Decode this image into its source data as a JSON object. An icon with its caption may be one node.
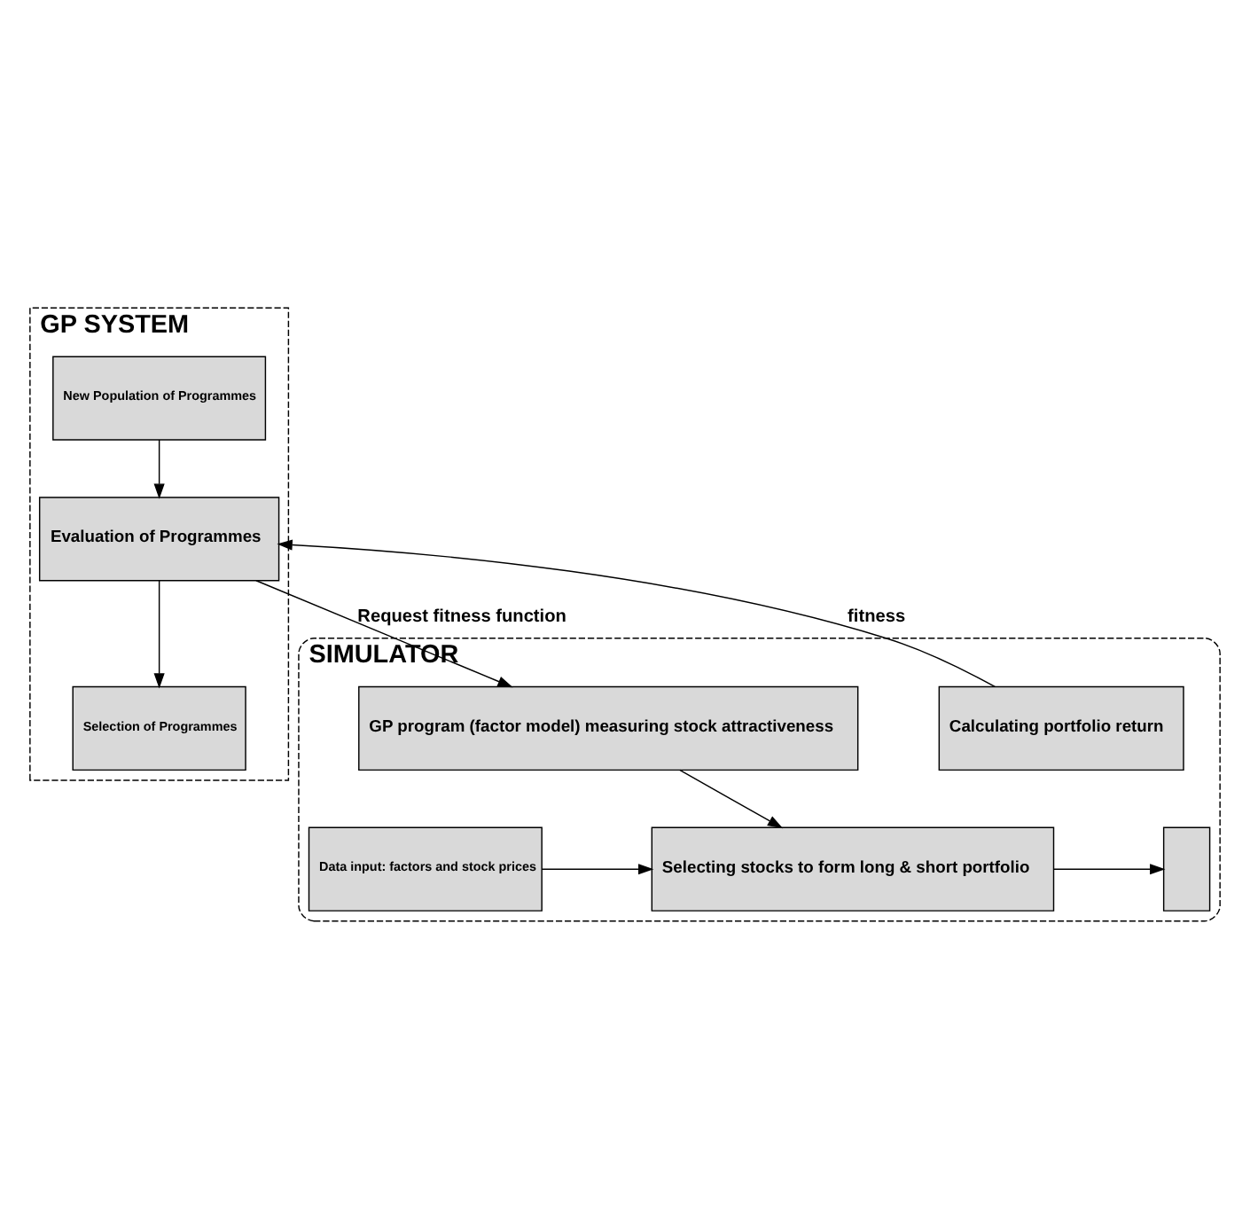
{
  "diagram": {
    "nodes": [
      {
        "text": [
          "GP SYSTEM"
        ]
      },
      {
        "text": [
          "New Population of Programmes"
        ],
        "in": 0
      },
      {
        "text": [
          "Evaluation of Programmes"
        ],
        "in": 0
      },
      {
        "text": [
          "Selection of Programmes"
        ],
        "in": 0
      },
      {
        "text": [
          "SIMULATOR"
        ]
      },
      {
        "text": [
          "Calculating portfolio return"
        ],
        "in": 4
      },
      {
        "text": [
          "GP program (factor model) measuring stock attractiveness"
        ],
        "in": 4
      },
      {
        "text": [
          "Selecting stocks to form long & short portfolio"
        ],
        "in": 4
      },
      {
        "text": [
          "Data input: factors and stock prices"
        ],
        "in": 4
      },
      {
        "text": [],
        "shape": "box",
        "in": 4
      }
    ],
    "edges": [
      {
        "from": 1,
        "to": 2,
        "arrow": "to"
      },
      {
        "from": 2,
        "to": 3,
        "arrow": "to"
      },
      {
        "from": 5,
        "to": 2,
        "arrow": "to",
        "label": "fitness"
      },
      {
        "from": 2,
        "to": 6,
        "arrow": "to",
        "label": "Request fitness function"
      },
      {
        "from": 6,
        "to": 7,
        "arrow": "to"
      },
      {
        "from": 8,
        "to": 7,
        "arrow": "to"
      },
      {
        "from": 7,
        "to": 9,
        "arrow": "to"
      }
    ]
  }
}
